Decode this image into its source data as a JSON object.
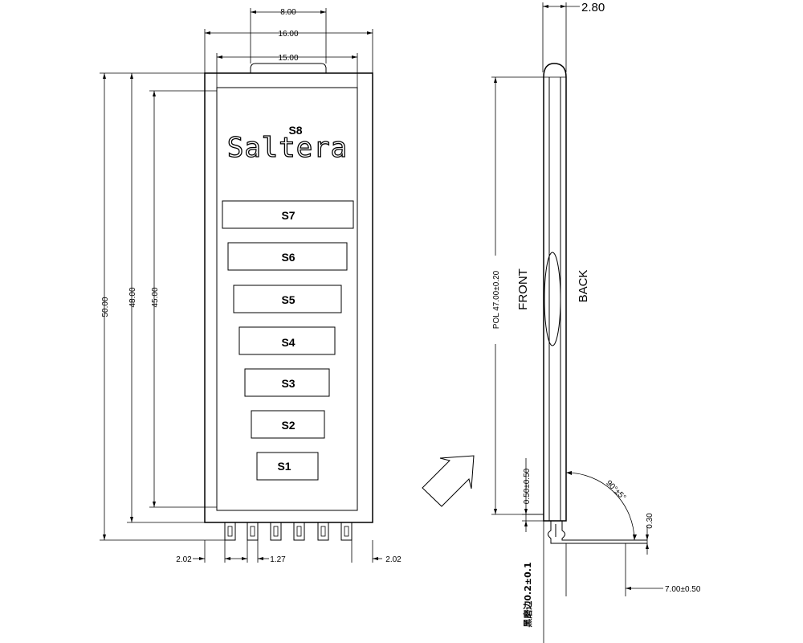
{
  "front_view": {
    "dim_top_inner": "8.00",
    "dim_top_outer": "16.00",
    "dim_top_mid": "15.00",
    "dim_height_total": "50.00",
    "dim_height_glass": "48.00",
    "dim_height_view": "45.00",
    "dim_pin_margin_left": "2.02",
    "dim_pin_pitch": "1.27",
    "dim_pin_margin_right": "2.02",
    "logo_text": "Saltera",
    "segments": [
      "S8",
      "S7",
      "S6",
      "S5",
      "S4",
      "S3",
      "S2",
      "S1"
    ]
  },
  "side_view": {
    "dim_thickness": "2.80",
    "dim_pol": "POL 47.00±0.20",
    "label_front": "FRONT",
    "label_back": "BACK",
    "dim_offset": "0.50±0.50",
    "dim_angle": "90°±5°",
    "dim_pin_thick": "0.30",
    "dim_pin_len": "7.00±0.50",
    "note_edge": "黑磨边0.2±0.1"
  },
  "colors": {
    "line": "#000000",
    "background": "#ffffff"
  }
}
